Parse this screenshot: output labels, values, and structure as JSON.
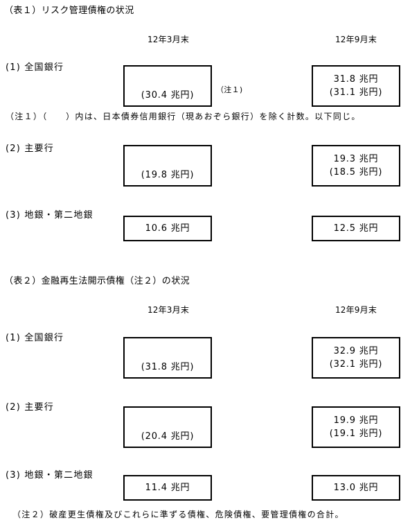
{
  "document": {
    "tables": [
      {
        "title": "（表１）リスク管理債権の状況",
        "columns": [
          "12年3月末",
          "12年9月末"
        ],
        "rows": [
          {
            "label": "(1) 全国銀行",
            "side_note": "（注１)",
            "cells": [
              {
                "primary": "",
                "paren": "(30.4 兆円)"
              },
              {
                "primary": "31.8 兆円",
                "paren": "(31.1 兆円)"
              }
            ]
          },
          {
            "label": "(2) 主要行",
            "side_note": "",
            "cells": [
              {
                "primary": "",
                "paren": "(19.8 兆円)"
              },
              {
                "primary": "19.3 兆円",
                "paren": "(18.5 兆円)"
              }
            ]
          },
          {
            "label": "(3) 地銀・第二地銀",
            "side_note": "",
            "cells": [
              {
                "primary": "10.6 兆円",
                "paren": ""
              },
              {
                "primary": "12.5 兆円",
                "paren": ""
              }
            ]
          }
        ],
        "note": "（注１）（　　）内は、日本債券信用銀行（現あおぞら銀行）を除く計数。以下同じ。"
      },
      {
        "title": "（表２）金融再生法開示債権（注２）の状況",
        "columns": [
          "12年3月末",
          "12年9月末"
        ],
        "rows": [
          {
            "label": "(1) 全国銀行",
            "side_note": "",
            "cells": [
              {
                "primary": "",
                "paren": "(31.8 兆円)"
              },
              {
                "primary": "32.9 兆円",
                "paren": "(32.1 兆円)"
              }
            ]
          },
          {
            "label": "(2) 主要行",
            "side_note": "",
            "cells": [
              {
                "primary": "",
                "paren": "(20.4 兆円)"
              },
              {
                "primary": "19.9 兆円",
                "paren": "(19.1 兆円)"
              }
            ]
          },
          {
            "label": "(3) 地銀・第二地銀",
            "side_note": "",
            "cells": [
              {
                "primary": "11.4 兆円",
                "paren": ""
              },
              {
                "primary": "13.0 兆円",
                "paren": ""
              }
            ]
          }
        ],
        "note": "（注２）破産更生債権及びこれらに準ずる債権、危険債権、要管理債権の合計。"
      }
    ]
  },
  "chart_data": {
    "type": "table",
    "title": "リスク管理債権／金融再生法開示債権の状況",
    "unit": "兆円",
    "tables": [
      {
        "name": "（表１）リスク管理債権の状況",
        "categories": [
          "12年3月末",
          "12年9月末"
        ],
        "series": [
          {
            "name": "(1) 全国銀行",
            "values": [
              30.4,
              31.8
            ],
            "values_excl_ndb": [
              30.4,
              31.1
            ]
          },
          {
            "name": "(2) 主要行",
            "values": [
              19.8,
              19.3
            ],
            "values_excl_ndb": [
              19.8,
              18.5
            ]
          },
          {
            "name": "(3) 地銀・第二地銀",
            "values": [
              10.6,
              12.5
            ],
            "values_excl_ndb": [
              null,
              null
            ]
          }
        ]
      },
      {
        "name": "（表２）金融再生法開示債権（注２）の状況",
        "categories": [
          "12年3月末",
          "12年9月末"
        ],
        "series": [
          {
            "name": "(1) 全国銀行",
            "values": [
              31.8,
              32.9
            ],
            "values_excl_ndb": [
              31.8,
              32.1
            ]
          },
          {
            "name": "(2) 主要行",
            "values": [
              20.4,
              19.9
            ],
            "values_excl_ndb": [
              20.4,
              19.1
            ]
          },
          {
            "name": "(3) 地銀・第二地銀",
            "values": [
              11.4,
              13.0
            ],
            "values_excl_ndb": [
              null,
              null
            ]
          }
        ]
      }
    ]
  }
}
